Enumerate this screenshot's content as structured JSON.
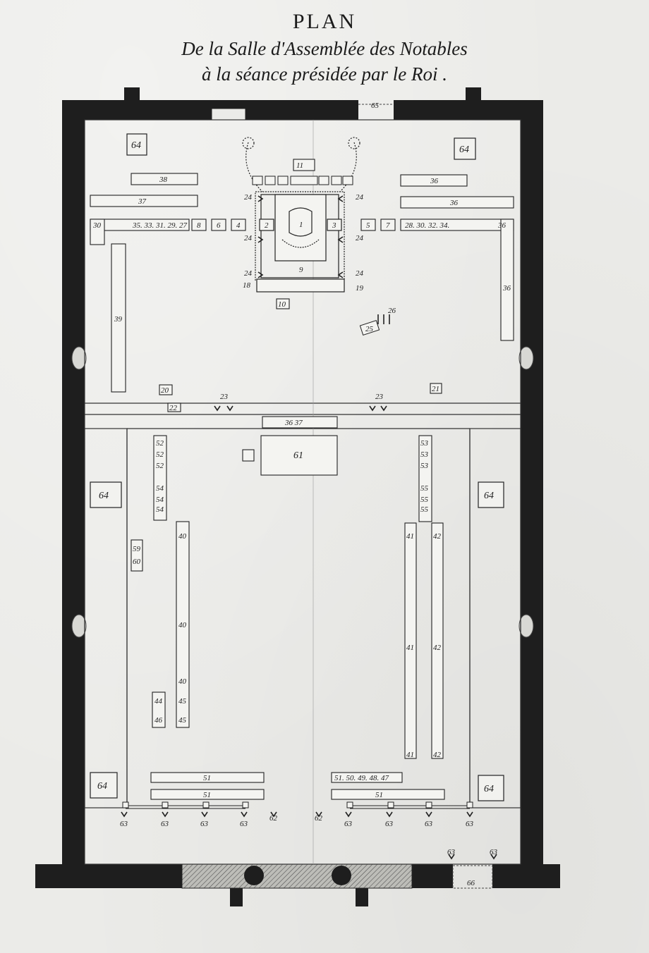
{
  "title": {
    "main": "PLAN",
    "line1": "De la Salle d'Assemblée des Notables",
    "line2": "à la séance présidée par le Roi ."
  },
  "colors": {
    "wall": "#1e1e1e",
    "paper": "#ebebe8",
    "ink": "#2a2a2a"
  },
  "labels": {
    "n1": "1",
    "n2": "2",
    "n3": "3",
    "n4": "4",
    "n5": "5",
    "n6": "6",
    "n7": "7",
    "n8": "8",
    "n9": "9",
    "n10": "10",
    "n11": "11",
    "n18": "18",
    "n19": "19",
    "n20": "20",
    "n21": "21",
    "n22": "22",
    "n23": "23",
    "n24": "24",
    "n25": "25",
    "n26": "26",
    "n36": "36",
    "n37": "37",
    "n38": "38",
    "n39": "39",
    "n40": "40",
    "n41": "41",
    "n42": "42",
    "n44": "44",
    "n45": "45",
    "n46": "46",
    "n47": "47",
    "n51": "51",
    "n52": "52",
    "n53": "53",
    "n54": "54",
    "n55": "55",
    "n59": "59",
    "n60": "60",
    "n61": "61",
    "n62": "62",
    "n63": "63",
    "n64": "64",
    "n65": "65",
    "n66": "66",
    "row_left": "35. 33. 31. 29. 27",
    "row_right": "28. 30. 32. 34.",
    "row_bottom": "51. 50. 49. 48. 47",
    "bar_top": "36   37"
  }
}
